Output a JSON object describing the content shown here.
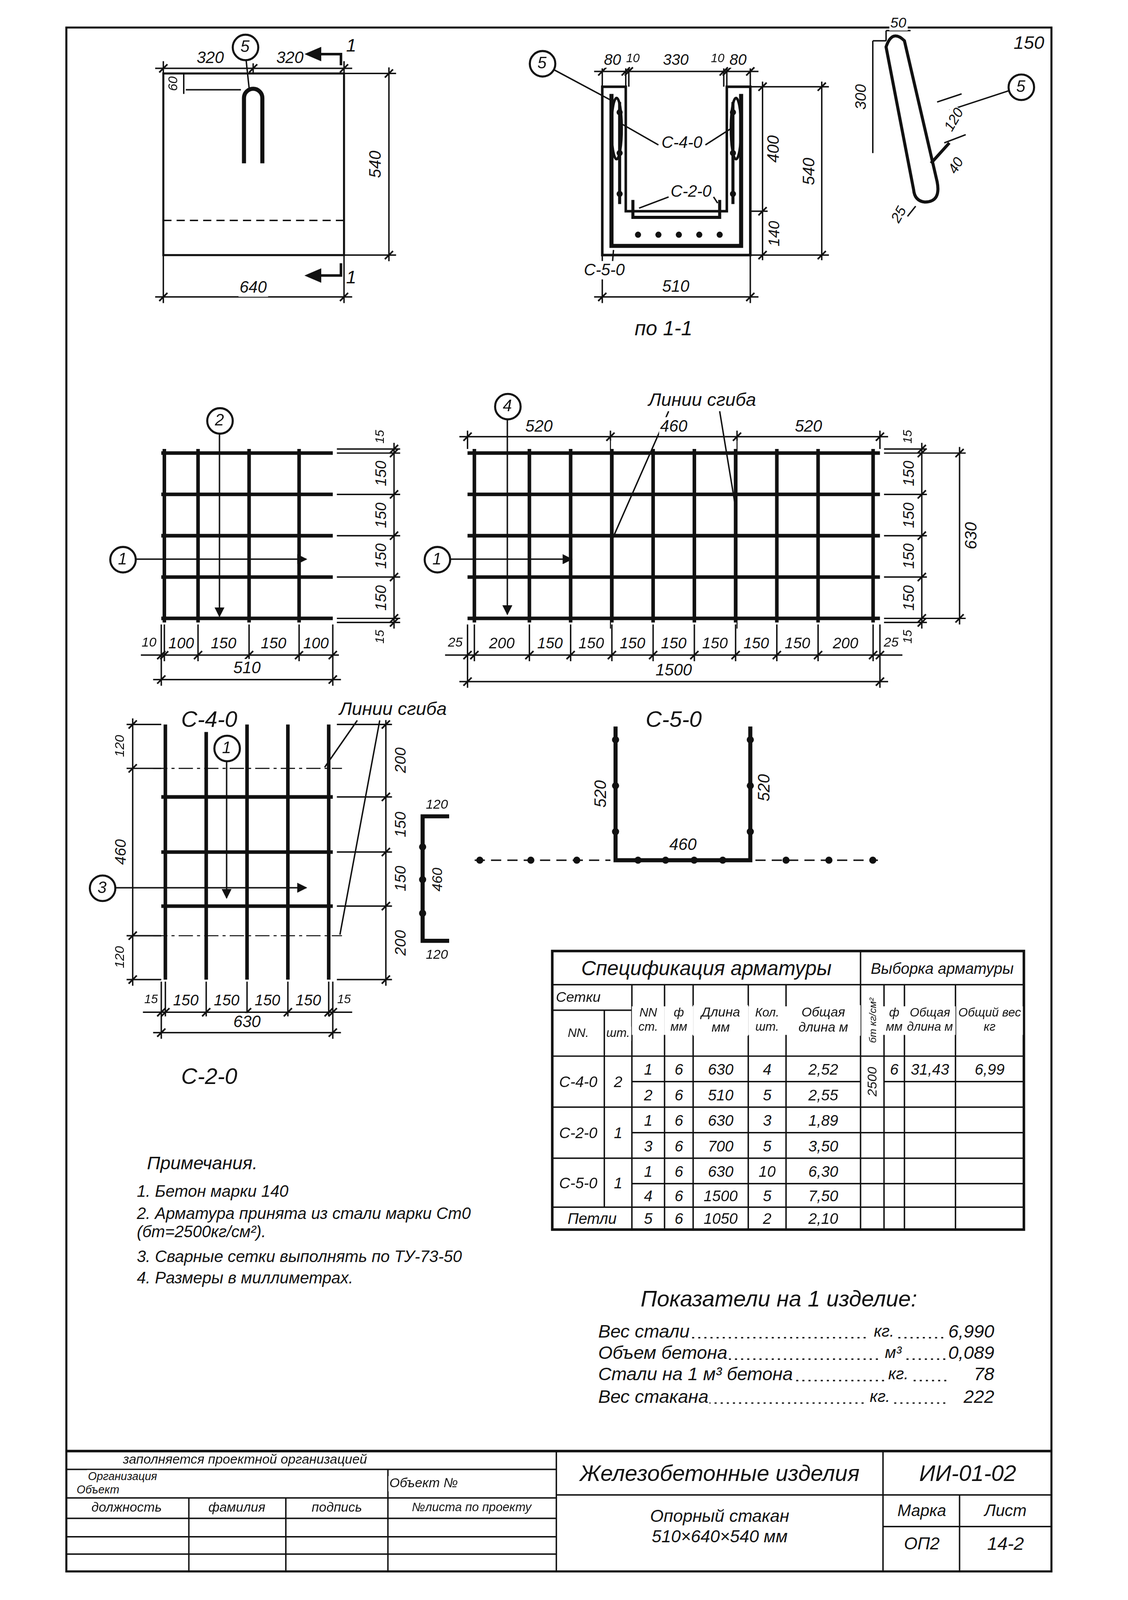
{
  "diagram": {
    "nodes": [
      {
        "text": [
          "5"
        ]
      },
      {
        "text": [
          "5"
        ]
      },
      {
        "text": [
          "5"
        ]
      },
      {
        "text": [
          "2"
        ]
      },
      {
        "text": [
          "4"
        ]
      },
      {
        "text": [
          "1"
        ]
      },
      {
        "text": [
          "1"
        ]
      },
      {
        "text": [
          "1"
        ]
      },
      {
        "text": [
          "3"
        ]
      }
    ],
    "labels": [
      "150",
      "320",
      "320",
      "1",
      "60",
      "540",
      "1",
      "640",
      "80",
      "10",
      "330",
      "10",
      "80",
      "С-4-0",
      "С-2-0",
      "400",
      "540",
      "140",
      "С-5-0",
      "510",
      "по 1-1",
      "300",
      "50",
      "120",
      "40",
      "25",
      "15",
      "150",
      "150",
      "150",
      "150",
      "15",
      "10",
      "100",
      "150",
      "150",
      "100",
      "510",
      "С-4-0",
      "Линии сгиба",
      "520",
      "460",
      "520",
      "15",
      "150",
      "150",
      "150",
      "150",
      "15",
      "630",
      "25",
      "200",
      "150",
      "150",
      "150",
      "150",
      "150",
      "150",
      "150",
      "200",
      "25",
      "1500",
      "С-5-0",
      "520",
      "520",
      "460",
      "Линии сгиба",
      "120",
      "460",
      "120",
      "200",
      "150",
      "150",
      "200",
      "120",
      "460",
      "120",
      "15",
      "150",
      "150",
      "150",
      "150",
      "15",
      "630",
      "С-2-0",
      "Спецификация арматуры",
      "Выборка арматуры",
      "Сетки",
      "NN.",
      "шт.",
      "NN ст.",
      "ф мм",
      "Длина мм",
      "Кол. шт.",
      "Общая длина м",
      "бт кг/см²",
      "ф мм",
      "Общая длина м",
      "Общий вес кг",
      "С-4-0",
      "2",
      "1",
      "6",
      "630",
      "4",
      "2,52",
      "2",
      "6",
      "510",
      "5",
      "2,55",
      "С-2-0",
      "1",
      "1",
      "6",
      "630",
      "3",
      "1,89",
      "3",
      "6",
      "700",
      "5",
      "3,50",
      "С-5-0",
      "1",
      "1",
      "6",
      "630",
      "10",
      "6,30",
      "4",
      "6",
      "1500",
      "5",
      "7,50",
      "Петли",
      "5",
      "6",
      "1050",
      "2",
      "2,10",
      "2500",
      "6",
      "31,43",
      "6,99",
      "Примечания.",
      "1. Бетон марки 140",
      "2. Арматура принята из стали марки Ст0 (бт=2500кг/см²).",
      "3. Сварные сетки выполнять по ТУ-73-50",
      "4. Размеры в миллиметрах.",
      "Показатели на 1 изделие:",
      "Вес стали",
      "кг.",
      "6,990",
      "Объем бетона",
      "м³",
      "0,089",
      "Стали на 1 м³ бетона",
      "кг.",
      "78",
      "Вес стакана",
      "кг.",
      "222",
      "заполняется проектной организацией",
      "Организация",
      "Объект",
      "Объект №",
      "должность",
      "фамилия",
      "подпись",
      "№листа по проекту",
      "Железобетонные изделия",
      "ИИ-01-02",
      "Опорный стакан 510×640×540 мм",
      "Марка",
      "Лист",
      "ОП2",
      "14-2"
    ]
  }
}
